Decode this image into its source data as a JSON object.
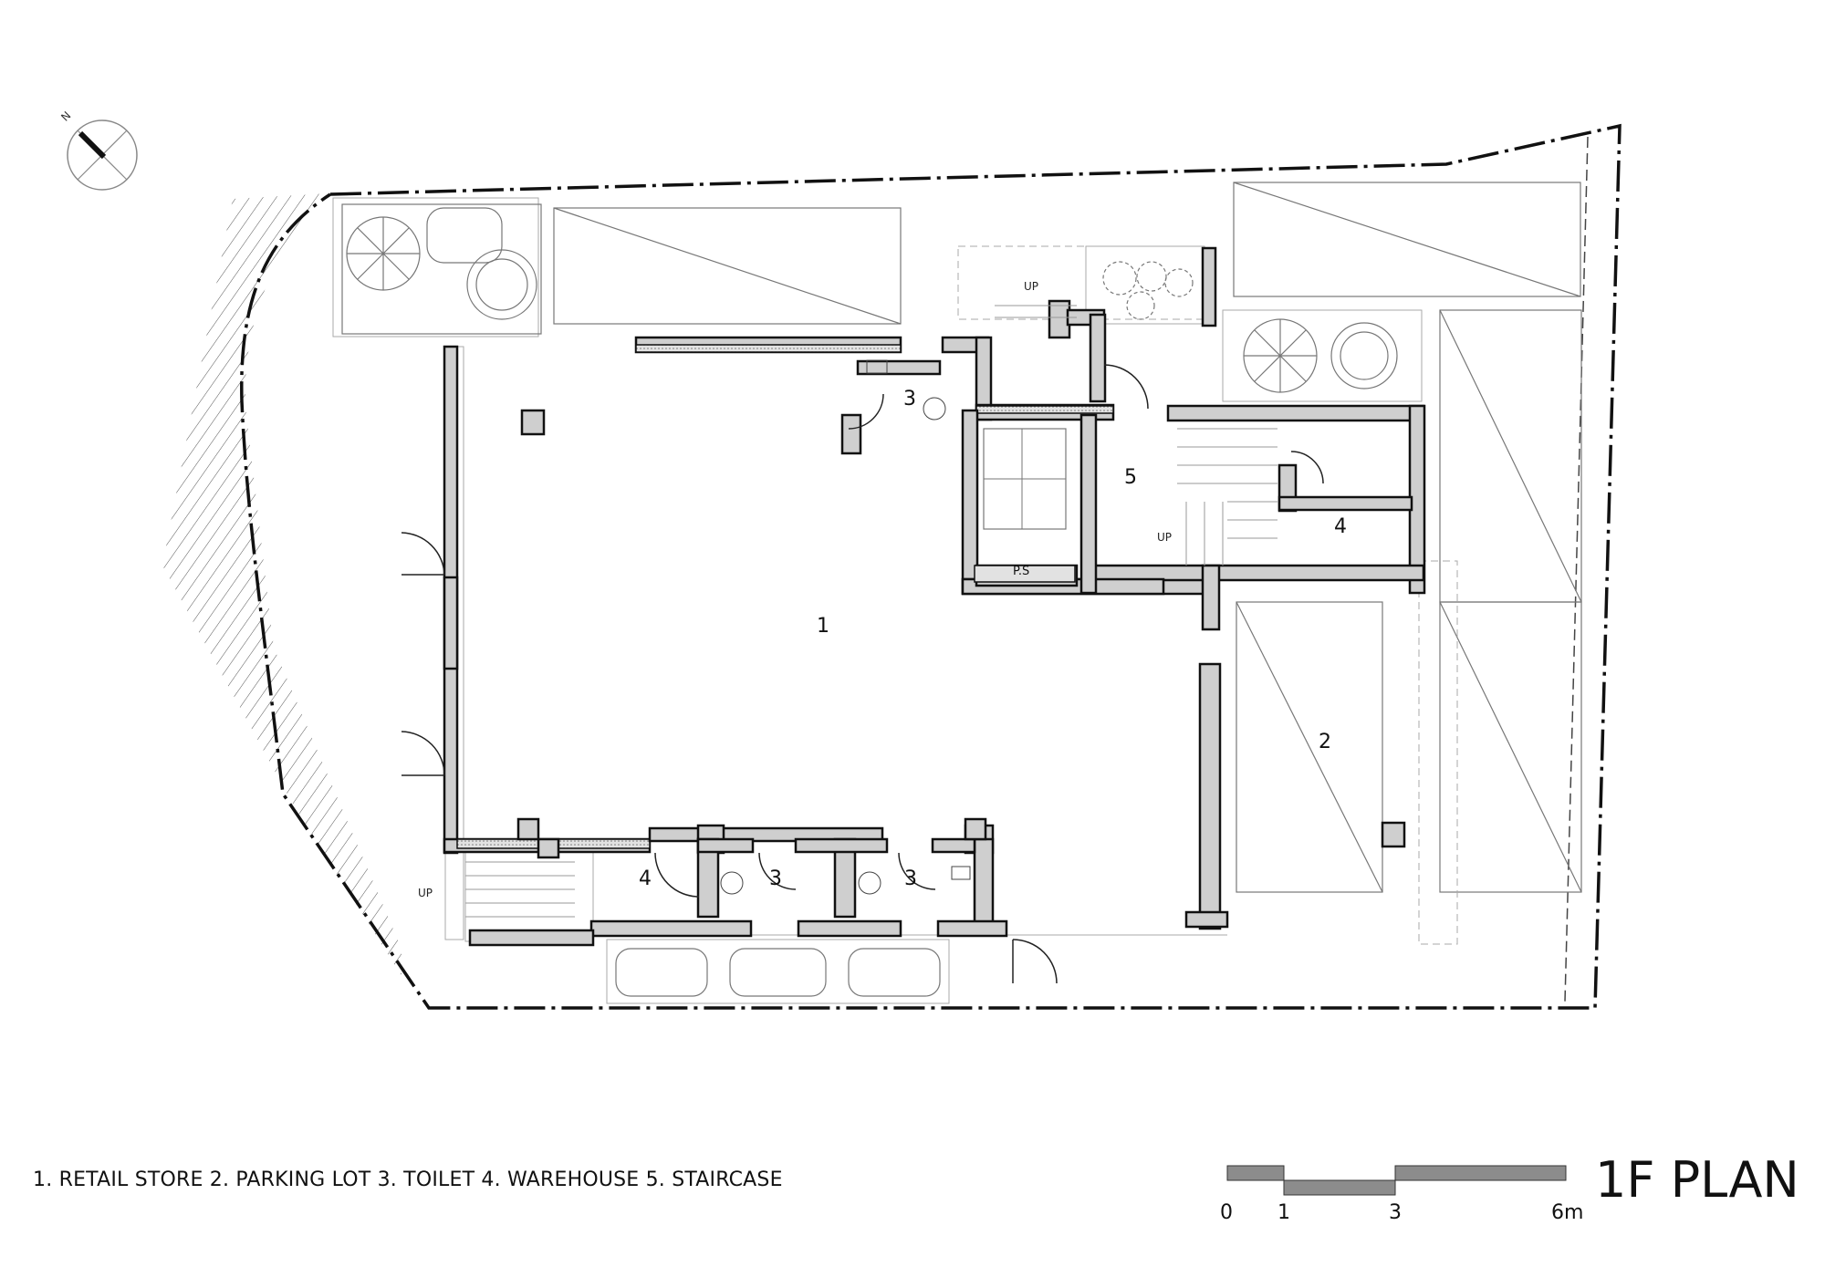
{
  "north": {
    "label": "N",
    "icon": "north-arrow-icon"
  },
  "rooms": [
    {
      "id": "retail-store",
      "number": "1"
    },
    {
      "id": "parking-lot",
      "number": "2"
    },
    {
      "id": "toilet-north",
      "number": "3"
    },
    {
      "id": "toilet-south-1",
      "number": "3"
    },
    {
      "id": "toilet-south-2",
      "number": "3"
    },
    {
      "id": "warehouse-south",
      "number": "4"
    },
    {
      "id": "warehouse-north",
      "number": "4"
    },
    {
      "id": "staircase",
      "number": "5"
    }
  ],
  "annotations": {
    "up": "UP",
    "ps": "P.S"
  },
  "legend": "1. RETAIL STORE 2. PARKING LOT 3. TOILET 4. WAREHOUSE 5. STAIRCASE",
  "scale_bar": {
    "ticks": [
      "0",
      "1",
      "3",
      "6m"
    ]
  },
  "title": "1F PLAN",
  "colors": {
    "wall_fill": "#cfcfcf",
    "line": "#111111",
    "scale_fill": "#8c8c8c"
  }
}
